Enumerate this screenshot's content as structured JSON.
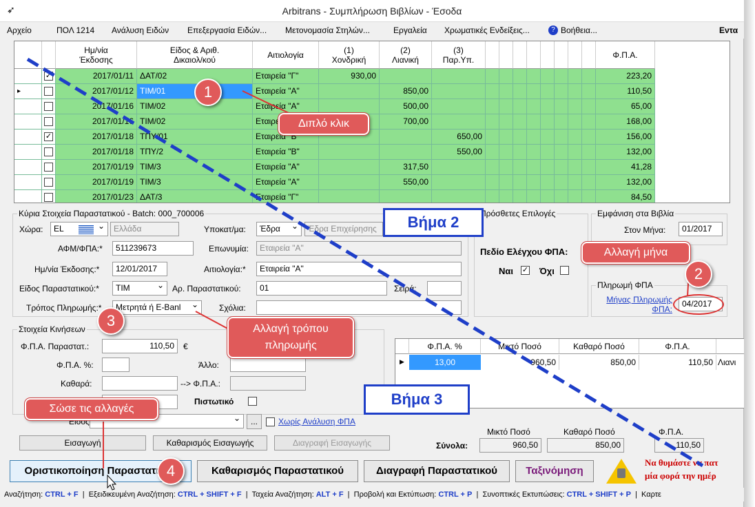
{
  "window": {
    "title": "Arbitrans - Συμπλήρωση Βιβλίων - Έσοδα"
  },
  "menu": [
    "Αρχείο",
    "ΠΟΛ 1214",
    "Ανάλυση Ειδών",
    "Επεξεργασία Ειδών...",
    "Μετονομασία Στηλών...",
    "Εργαλεία",
    "Χρωματικές Ενδείξεις...",
    "Βοήθεια...",
    "Εντα"
  ],
  "grid": {
    "headers": [
      "Ημ/νία\nΈκδοσης",
      "Είδος & Αριθ.\nΔικαιολ/κού",
      "Αιτιολογία",
      "(1)\nΧονδρική",
      "(2)\nΛιανική",
      "(3)\nΠαρ.Υπ.",
      "Φ.Π.Α."
    ],
    "rows": [
      {
        "checked": true,
        "date": "2017/01/11",
        "doc": "ΔΑΤ/02",
        "reason": "Εταιρεία \"Γ\"",
        "c1": "930,00",
        "c2": "",
        "c3": "",
        "vat": "223,20"
      },
      {
        "checked": false,
        "date": "2017/01/12",
        "doc": "ΤΙΜ/01",
        "reason": "Εταιρεία \"Α\"",
        "c1": "",
        "c2": "850,00",
        "c3": "",
        "vat": "110,50"
      },
      {
        "checked": false,
        "date": "2017/01/16",
        "doc": "ΤΙΜ/02",
        "reason": "Εταιρεία \"Α\"",
        "c1": "",
        "c2": "500,00",
        "c3": "",
        "vat": "65,00"
      },
      {
        "checked": false,
        "date": "2017/01/16",
        "doc": "ΤΙΜ/02",
        "reason": "Εταιρεία \"Α\"",
        "c1": "",
        "c2": "700,00",
        "c3": "",
        "vat": "168,00"
      },
      {
        "checked": true,
        "date": "2017/01/18",
        "doc": "ΤΠΥ/01",
        "reason": "Εταιρεία \"Β\"",
        "c1": "",
        "c2": "",
        "c3": "650,00",
        "vat": "156,00"
      },
      {
        "checked": false,
        "date": "2017/01/18",
        "doc": "ΤΠΥ/2",
        "reason": "Εταιρεία \"Β\"",
        "c1": "",
        "c2": "",
        "c3": "550,00",
        "vat": "132,00"
      },
      {
        "checked": false,
        "date": "2017/01/19",
        "doc": "ΤΙΜ/3",
        "reason": "Εταιρεία \"Α\"",
        "c1": "",
        "c2": "317,50",
        "c3": "",
        "vat": "41,28"
      },
      {
        "checked": false,
        "date": "2017/01/19",
        "doc": "ΤΙΜ/3",
        "reason": "Εταιρεία \"Α\"",
        "c1": "",
        "c2": "550,00",
        "c3": "",
        "vat": "132,00"
      },
      {
        "checked": false,
        "date": "2017/01/23",
        "doc": "ΔΑΤ/3",
        "reason": "Εταιρεία \"Γ\"",
        "c1": "",
        "c2": "",
        "c3": "",
        "vat": "84,50"
      }
    ]
  },
  "main": {
    "group_title": "Κύρια Στοιχεία Παραστατικού - Batch: 000_700006",
    "country_label": "Χώρα:",
    "country_code": "EL",
    "country_name": "Ελλάδα",
    "branch_label": "Υποκατ/μα:",
    "branch_value": "Έδρα",
    "branch_desc": "Έδρα Επιχείρησης",
    "afm_label": "ΑΦΜ/ΦΠΑ:*",
    "afm_value": "511239673",
    "name_label": "Επωνυμία:",
    "name_value": "Εταιρεία \"Α\"",
    "date_label": "Ημ/νία Έκδοσης:*",
    "date_value": "12/01/2017",
    "reason_label": "Αιτιολογία:*",
    "reason_value": "Εταιρεία \"Α\"",
    "type_label": "Είδος Παραστατικού:*",
    "type_value": "ΤΙΜ",
    "number_label": "Αρ. Παραστατικού:",
    "number_value": "01",
    "series_label": "Σειρά:",
    "series_value": "",
    "payment_label": "Τρόπος Πληρωμής:*",
    "payment_value": "Μετρητά ή E-Banl",
    "comments_label": "Σχόλια:",
    "comments_value": ""
  },
  "extra": {
    "title": "Πρόσθετες Επιλογές",
    "vat_check": "Πεδίο Ελέγχου ΦΠΑ:",
    "yes": "Ναι",
    "no": "Όχι"
  },
  "books": {
    "title": "Εμφάνιση στα Βιβλία",
    "month_label": "Στον Μήνα:",
    "month_value": "01/2017"
  },
  "vatpay": {
    "title": "Πληρωμή ΦΠΑ",
    "link": "Μήνας Πληρωμής ΦΠΑ:",
    "value": "04/2017"
  },
  "movements": {
    "title": "Στοιχεία Κινήσεων",
    "vat_doc_label": "Φ.Π.Α. Παραστατ.:",
    "vat_doc_value": "110,50",
    "currency": "€",
    "vat_pct_label": "Φ.Π.Α. %:",
    "net_label": "Καθαρά:",
    "other_label": "Άλλο:",
    "arrow_label": "--> Φ.Π.Α.:",
    "credit_label": "Πιστωτικό",
    "category_label": "Είδος:",
    "no_vat_link": "Χωρίς Ανάλυση ΦΠΑ"
  },
  "buttons": {
    "insert": "Εισαγωγή",
    "clear_insert": "Καθαρισμός Εισαγωγής",
    "delete_insert": "Διαγραφή Εισαγωγής"
  },
  "subgrid": {
    "headers": [
      "Φ.Π.Α. %",
      "Μικτό Ποσό",
      "Καθαρό Ποσό",
      "Φ.Π.Α."
    ],
    "row": {
      "pct": "13,00",
      "gross": "960,50",
      "net": "850,00",
      "vat": "110,50",
      "extra": "Λιανι"
    }
  },
  "totals": {
    "label": "Σύνολα:",
    "gross_label": "Μικτό Ποσό",
    "gross": "960,50",
    "net_label": "Καθαρό Ποσό",
    "net": "850,00",
    "vat_label": "Φ.Π.Α.",
    "vat": "110,50"
  },
  "bottom": {
    "finalize": "Οριστικοποίηση Παραστατικού",
    "clear": "Καθαρισμός Παραστατικού",
    "delete": "Διαγραφή Παραστατικού",
    "sort": "Ταξινόμηση",
    "reminder1": "Να θυμάστε να πατ",
    "reminder2": "μία φορά την ημέρ"
  },
  "status": [
    {
      "t": "Αναζήτηση: "
    },
    {
      "k": "CTRL + F"
    },
    {
      "t": "  |  Εξειδικευμένη Αναζήτηση: "
    },
    {
      "k": "CTRL + SHIFT + F"
    },
    {
      "t": "  |  Ταχεία Αναζήτηση: "
    },
    {
      "k": "ALT + F"
    },
    {
      "t": "  |  Προβολή και Εκτύπωση: "
    },
    {
      "k": "CTRL + P"
    },
    {
      "t": "  |  Συνοπτικές Εκτυπώσεις: "
    },
    {
      "k": "CTRL + SHIFT + P"
    },
    {
      "t": "  |  Καρτε"
    }
  ],
  "annotations": {
    "c1": "Διπλό κλικ",
    "c2": "Αλλαγή μήνα",
    "c3": "Αλλαγή τρόπου\nπληρωμής",
    "c4": "Σώσε τις αλλαγές",
    "step2": "Βήμα 2",
    "step3": "Βήμα 3",
    "n1": "1",
    "n2": "2",
    "n3": "3",
    "n4": "4"
  }
}
